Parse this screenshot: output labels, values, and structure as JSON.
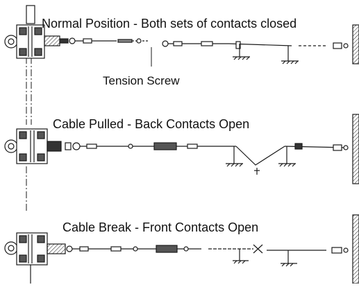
{
  "labels": {
    "normal": "Normal Position - Both sets of contacts closed",
    "tension": "Tension Screw",
    "pulled": "Cable Pulled - Back Contacts Open",
    "break": "Cable Break - Front Contacts Open"
  },
  "colors": {
    "line": "#1a1a1a",
    "fill_dark": "#333333",
    "fill_mid": "#8a8a8a",
    "background": "#ffffff"
  }
}
